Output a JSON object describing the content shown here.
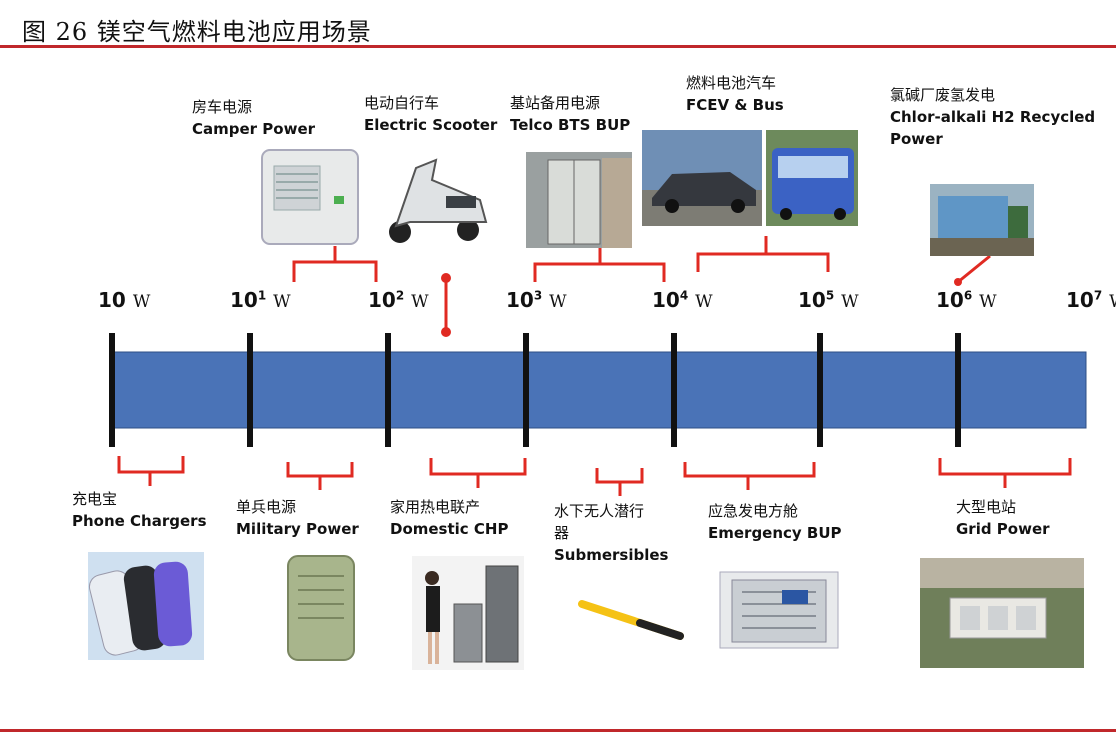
{
  "figure_title": "图 26  镁空气燃料电池应用场景",
  "colors": {
    "accent": "#c0282b",
    "bar": "#4a73b7",
    "bracket": "#e02a22"
  },
  "ticks": [
    {
      "base": "10",
      "exp": "",
      "unit": "W"
    },
    {
      "base": "10",
      "exp": "1",
      "unit": "W"
    },
    {
      "base": "10",
      "exp": "2",
      "unit": "W"
    },
    {
      "base": "10",
      "exp": "3",
      "unit": "W"
    },
    {
      "base": "10",
      "exp": "4",
      "unit": "W"
    },
    {
      "base": "10",
      "exp": "5",
      "unit": "W"
    },
    {
      "base": "10",
      "exp": "6",
      "unit": "W"
    },
    {
      "base": "10",
      "exp": "7",
      "unit": "W"
    }
  ],
  "top_apps": [
    {
      "zh": "房车电源",
      "en": "Camper Power"
    },
    {
      "zh": "电动自行车",
      "en": "Electric Scooter"
    },
    {
      "zh": "基站备用电源",
      "en": "Telco BTS BUP"
    },
    {
      "zh": "燃料电池汽车",
      "en": "FCEV & Bus"
    },
    {
      "zh": "氯碱厂废氢发电",
      "en": "Chlor-alkali H2 Recycled",
      "en2": "Power"
    }
  ],
  "bottom_apps": [
    {
      "zh": "充电宝",
      "en": "Phone Chargers"
    },
    {
      "zh": "单兵电源",
      "en": "Military Power"
    },
    {
      "zh": "家用热电联产",
      "en": "Domestic CHP"
    },
    {
      "zh": "水下无人潜行",
      "zh2": "器",
      "en": "Submersibles"
    },
    {
      "zh": "应急发电方舱",
      "en": "Emergency BUP"
    },
    {
      "zh": "大型电站",
      "en": "Grid Power"
    }
  ]
}
